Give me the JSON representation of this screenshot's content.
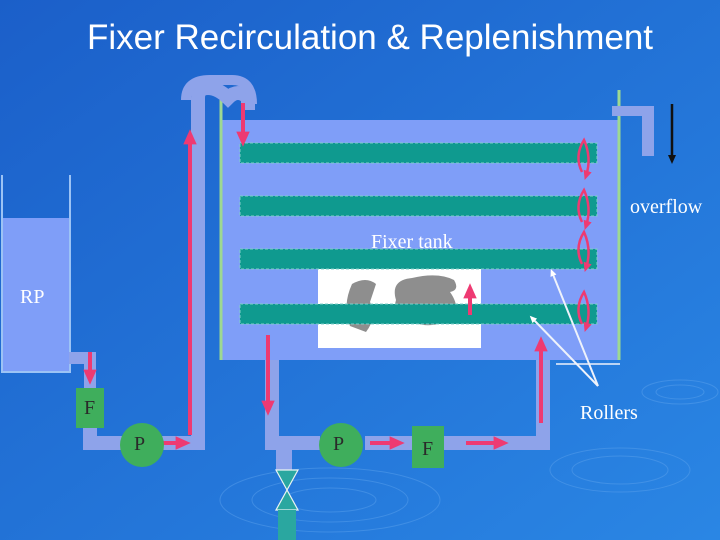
{
  "title": "Fixer Recirculation & Replenishment",
  "labels": {
    "tank": "Fixer tank",
    "overflow": "overflow",
    "replenisher": "RP",
    "rollers": "Rollers",
    "filter_left": "F",
    "filter_right": "F",
    "pump_left": "P",
    "pump_right": "P"
  },
  "colors": {
    "background": "#1f6fd6",
    "fluid": "#7f9ef8",
    "roller": "#0f9a8f",
    "arrow": "#ee3a72",
    "pump": "#3fae5c",
    "frame": "#9ed891",
    "valve": "#2aa7a0",
    "film": "#ffffff",
    "paper": "#8e8e8e"
  }
}
